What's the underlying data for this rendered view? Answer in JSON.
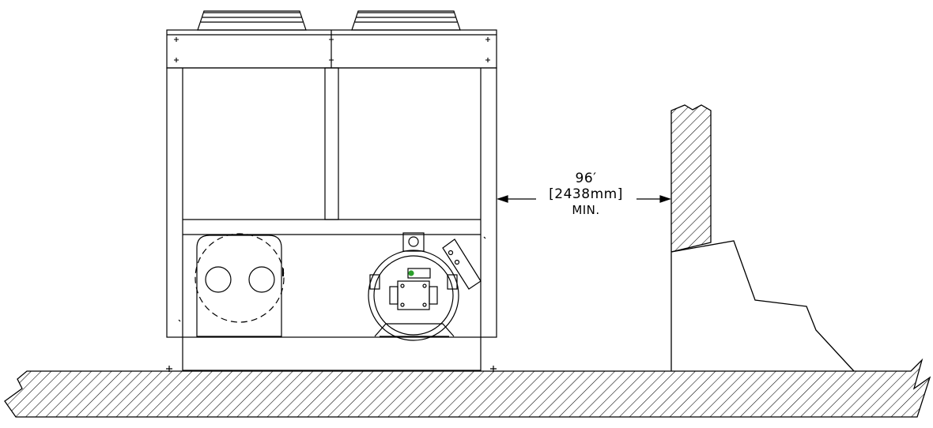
{
  "clearance": {
    "value": "96′",
    "metric": "[2438mm]",
    "qualifier": "MIN."
  },
  "colors": {
    "line": "#000000",
    "background": "#ffffff",
    "indicator": "#2ca02c"
  }
}
